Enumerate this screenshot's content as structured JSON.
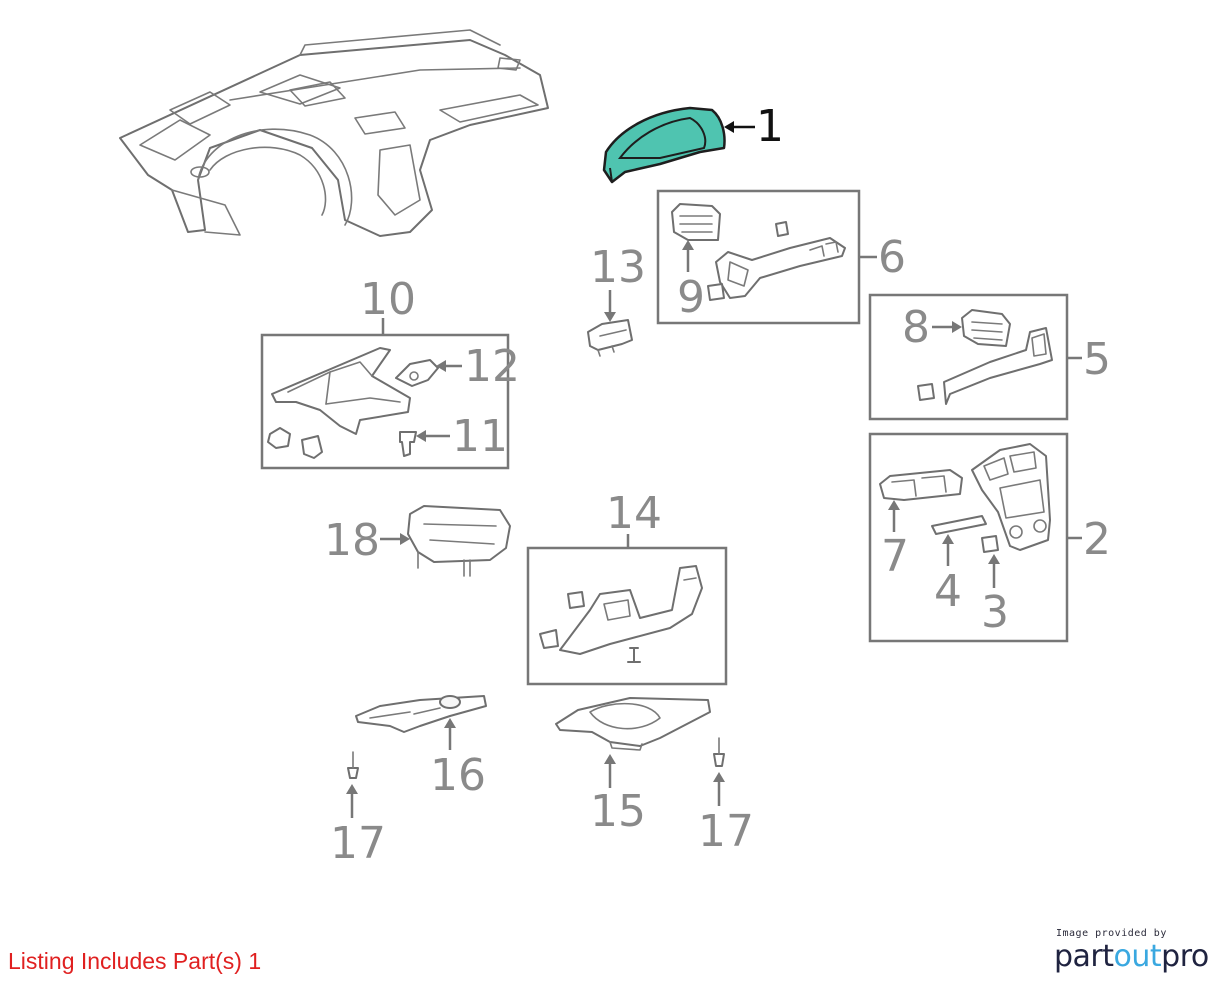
{
  "callouts": {
    "c1": "1",
    "c2": "2",
    "c3": "3",
    "c4": "4",
    "c5": "5",
    "c6": "6",
    "c7": "7",
    "c8": "8",
    "c9": "9",
    "c10": "10",
    "c11": "11",
    "c12": "12",
    "c13": "13",
    "c14": "14",
    "c15": "15",
    "c16": "16",
    "c17a": "17",
    "c17b": "17",
    "c18": "18"
  },
  "listing_note": "Listing Includes Part(s) 1",
  "credit": {
    "caption": "Image provided by",
    "brand_part": "part",
    "brand_out": "out",
    "brand_pro": "pro"
  },
  "colors": {
    "highlight_part": "#4fc4b0",
    "callout_gray": "#8a8a8a",
    "listing_red": "#e02020",
    "brand_navy": "#1f2340",
    "brand_blue": "#3aa8e0"
  },
  "highlighted_part": "1"
}
